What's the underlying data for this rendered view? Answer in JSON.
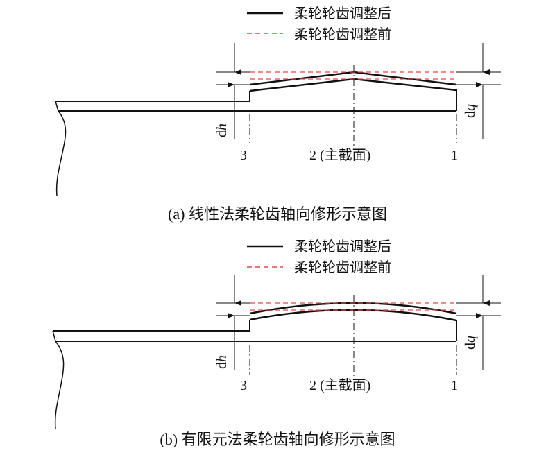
{
  "panels": [
    {
      "legend": {
        "after_label": "柔轮轮齿调整后",
        "before_label": "柔轮轮齿调整前"
      },
      "labels": {
        "dh_d": "d",
        "dh_h": "h",
        "dq_d": "d",
        "dq_q": "q",
        "pos3": "3",
        "pos2": "2 (主截面)",
        "pos1": "1"
      },
      "caption": "(a) 线性法柔轮齿轴向修形示意图"
    },
    {
      "legend": {
        "after_label": "柔轮轮齿调整后",
        "before_label": "柔轮轮齿调整前"
      },
      "labels": {
        "dh_d": "d",
        "dh_h": "h",
        "dq_d": "d",
        "dq_q": "q",
        "pos3": "3",
        "pos2": "2 (主截面)",
        "pos1": "1"
      },
      "caption": "(b) 有限元法柔轮齿轴向修形示意图"
    }
  ],
  "colors": {
    "line": "#111111",
    "dashed_red": "#e04848"
  }
}
